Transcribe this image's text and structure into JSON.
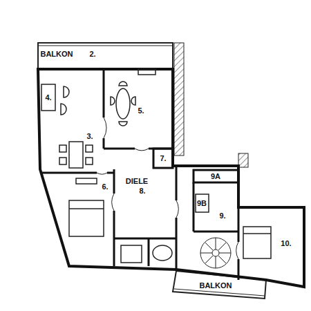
{
  "diagram": {
    "labels": [
      "BALKON",
      "2.",
      "4.",
      "5.",
      "3.",
      "7.",
      "DIELE",
      "8.",
      "6.",
      "9A",
      "9B",
      "9.",
      "10.",
      "BALKON"
    ]
  }
}
